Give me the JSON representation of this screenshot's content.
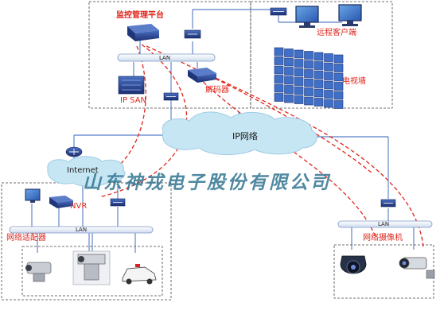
{
  "labels": {
    "platform": "监控管理平台",
    "remote_client": "远程客户端",
    "top_lan": "LAN",
    "ip_san": "IP SAN",
    "decoder": "解码器",
    "tv_wall": "电视墙",
    "ip_network": "IP网络",
    "internet": "Internet",
    "nvr": "NVR",
    "left_lan": "LAN",
    "network_adapter": "网络适配器",
    "right_lan": "LAN",
    "network_camera": "网络摄像机"
  },
  "watermark": "山东神戎电子股份有限公司",
  "colors": {
    "red": "#e0261c",
    "navy": "#243f8f",
    "lan_bar": "#e8eef8",
    "cloud": "#c7e6f4",
    "dashed_border": "#444444"
  }
}
